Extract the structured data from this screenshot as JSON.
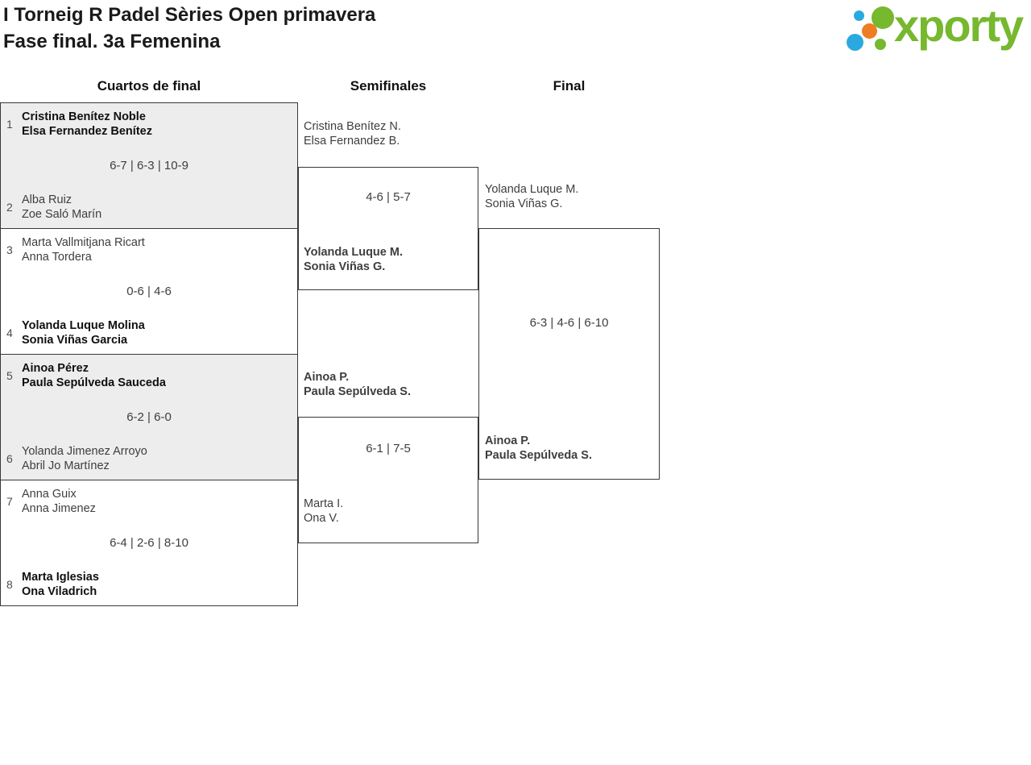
{
  "header": {
    "title_line1": "I Torneig R Padel Sèries Open primavera",
    "title_line2": "Fase final. 3a Femenina",
    "logo": {
      "wordmark": "xporty",
      "colors": {
        "green": "#76b82e",
        "blue": "#2aa9e0",
        "orange": "#ee7d23"
      }
    }
  },
  "bracket": {
    "round_titles": [
      "Cuartos de final",
      "Semifinales",
      "Final"
    ],
    "colors": {
      "line": "#383838",
      "shaded_block": "#ededed",
      "winner_text": "#101010",
      "regular_text": "#3e3e3e"
    },
    "quarterfinals": [
      {
        "team1": {
          "seed": "1",
          "players": [
            "Cristina Benítez Noble",
            "Elsa Fernandez Benítez"
          ],
          "winner": true
        },
        "score": "6-7 | 6-3 | 10-9",
        "team2": {
          "seed": "2",
          "players": [
            "Alba Ruiz",
            "Zoe Saló Marín"
          ],
          "winner": false
        }
      },
      {
        "team1": {
          "seed": "3",
          "players": [
            "Marta Vallmitjana Ricart",
            "Anna Tordera"
          ],
          "winner": false
        },
        "score": "0-6 | 4-6",
        "team2": {
          "seed": "4",
          "players": [
            "Yolanda Luque Molina",
            "Sonia Viñas Garcia"
          ],
          "winner": true
        }
      },
      {
        "team1": {
          "seed": "5",
          "players": [
            "Ainoa Pérez",
            "Paula Sepúlveda Sauceda"
          ],
          "winner": true
        },
        "score": "6-2 | 6-0",
        "team2": {
          "seed": "6",
          "players": [
            "Yolanda Jimenez Arroyo",
            "Abril Jo Martínez"
          ],
          "winner": false
        }
      },
      {
        "team1": {
          "seed": "7",
          "players": [
            "Anna Guix",
            "Anna Jimenez"
          ],
          "winner": false
        },
        "score": "6-4 | 2-6 | 8-10",
        "team2": {
          "seed": "8",
          "players": [
            "Marta Iglesias",
            "Ona Viladrich"
          ],
          "winner": true
        }
      }
    ],
    "semifinals": [
      {
        "team1": {
          "players": [
            "Cristina Benítez N.",
            "Elsa Fernandez B."
          ],
          "winner": false
        },
        "score": "4-6 | 5-7",
        "team2": {
          "players": [
            "Yolanda Luque M.",
            "Sonia Viñas G."
          ],
          "winner": true
        }
      },
      {
        "team1": {
          "players": [
            "Ainoa P.",
            "Paula Sepúlveda S."
          ],
          "winner": true
        },
        "score": "6-1 | 7-5",
        "team2": {
          "players": [
            "Marta I.",
            "Ona V."
          ],
          "winner": false
        }
      }
    ],
    "final": {
      "team1": {
        "players": [
          "Yolanda Luque M.",
          "Sonia Viñas G."
        ],
        "winner": false
      },
      "score": "6-3 | 4-6 | 6-10",
      "team2": {
        "players": [
          "Ainoa P.",
          "Paula Sepúlveda S."
        ],
        "winner": true
      }
    }
  }
}
